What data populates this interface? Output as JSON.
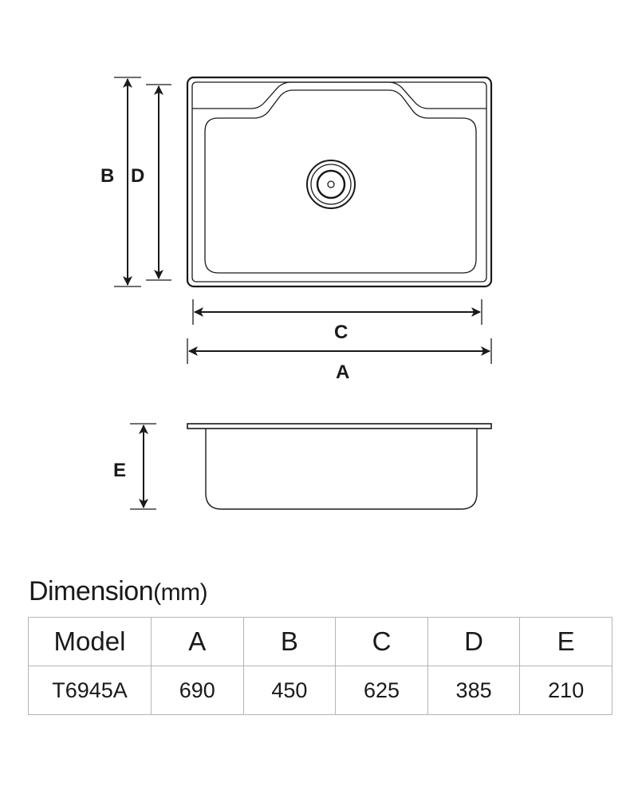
{
  "diagram": {
    "labels": {
      "A": "A",
      "B": "B",
      "C": "C",
      "D": "D",
      "E": "E"
    }
  },
  "dimension_table": {
    "title": "Dimension",
    "unit": "(mm)",
    "headers": [
      "Model",
      "A",
      "B",
      "C",
      "D",
      "E"
    ],
    "rows": [
      [
        "T6945A",
        "690",
        "450",
        "625",
        "385",
        "210"
      ]
    ]
  }
}
